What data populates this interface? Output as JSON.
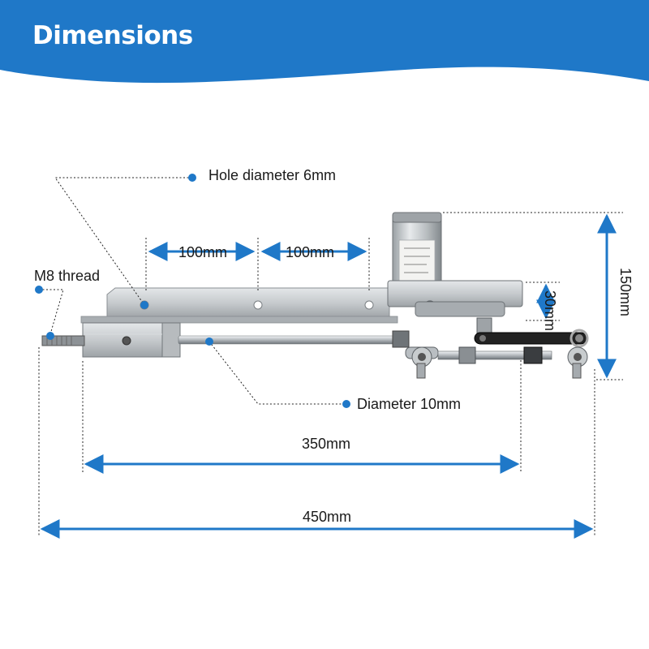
{
  "header": {
    "title": "Dimensions"
  },
  "colors": {
    "accent": "#1f78c8",
    "header_bg": "#1f78c8",
    "metal": "#bfc3c6"
  },
  "labels": {
    "hole_diameter": "Hole diameter 6mm",
    "m8_thread": "M8 thread",
    "spacing_1": "100mm",
    "spacing_2": "100mm",
    "bracket_height": "30mm",
    "overall_height": "150mm",
    "rod_diameter": "Diameter 10mm",
    "stroke_length": "350mm",
    "overall_length": "450mm"
  }
}
